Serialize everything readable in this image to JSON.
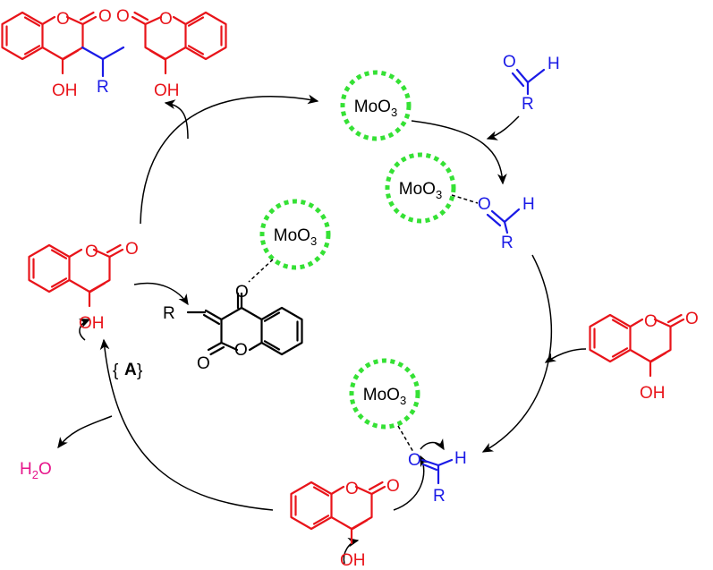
{
  "catalyst": {
    "formula_main": "MoO",
    "formula_sub": "3",
    "ring_color": "#35e135"
  },
  "atoms": {
    "oxygen": "O",
    "hydroxyl": "OH",
    "hydrogen": "H",
    "r_group": "R"
  },
  "byproduct": {
    "formula_main": "H",
    "formula_sub": "2",
    "formula_end": "O",
    "color": "#e6148a"
  },
  "intermediate_label": "A",
  "colors": {
    "hydroxycoumarin": "#e8141a",
    "aldehyde": "#1a1ae6",
    "intermediate": "#000000",
    "arrows": "#000000"
  }
}
